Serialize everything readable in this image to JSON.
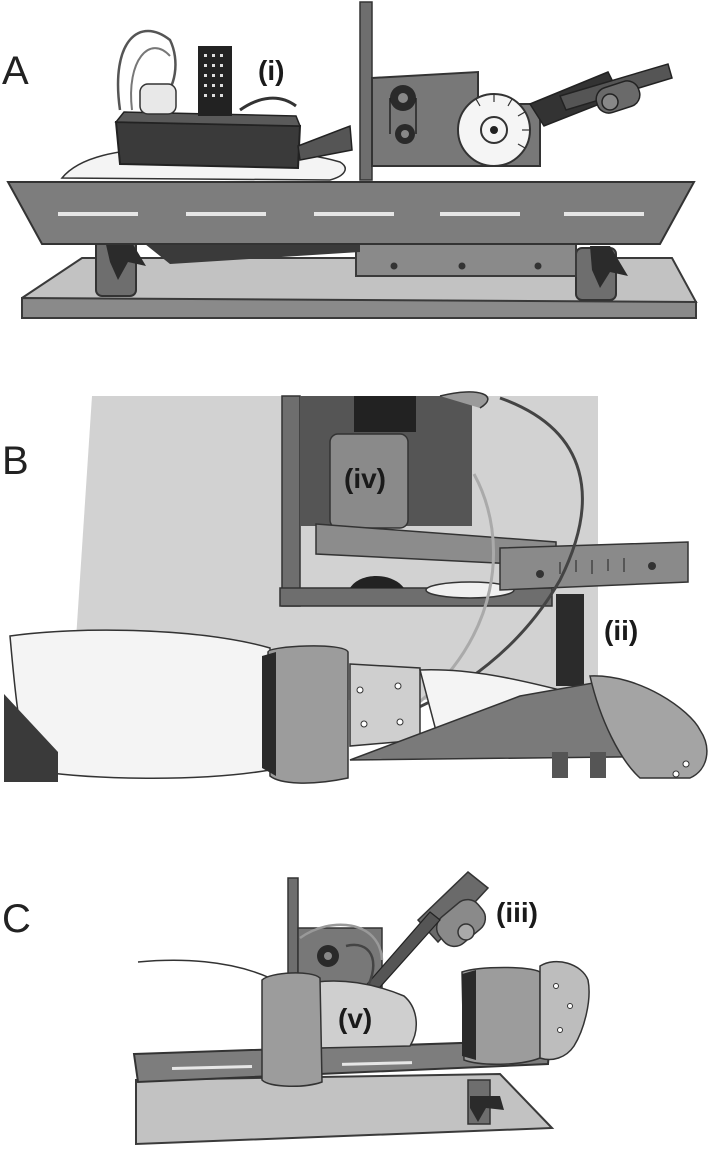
{
  "panels": [
    {
      "letter": "A",
      "callouts": [
        "(i)"
      ]
    },
    {
      "letter": "B",
      "callouts": [
        "(iv)",
        "(ii)"
      ]
    },
    {
      "letter": "C",
      "callouts": [
        "(iii)",
        "(v)"
      ]
    }
  ],
  "colors": {
    "base_plate": "#b9b9b9",
    "rail": "#7d7d7d",
    "frame": "#777777",
    "dark": "#2a2a2a",
    "strap": "#9a9a9a",
    "light_bg": "#d4d4d4"
  }
}
